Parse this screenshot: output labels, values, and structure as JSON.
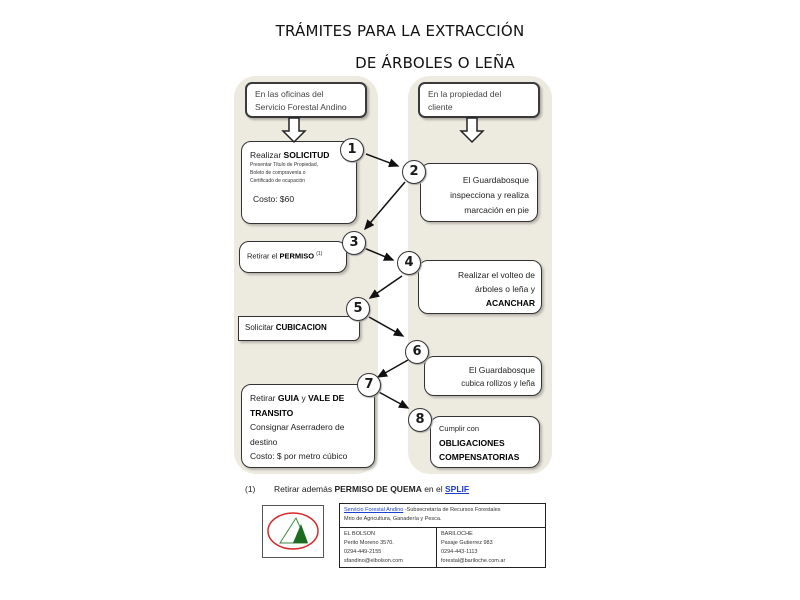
{
  "title": {
    "line1": "TRÁMITES PARA LA EXTRACCIÓN",
    "line2": "DE ÁRBOLES O LEÑA"
  },
  "columns": {
    "left_header": [
      "En las oficinas del",
      "Servicio Forestal  Andino"
    ],
    "right_header": [
      "En la propiedad  del",
      "cliente"
    ]
  },
  "steps": [
    {
      "number": "1",
      "prefix": "Realizar ",
      "bold": "SOLICITUD",
      "details": [
        "Presentar  Título de Propiedad,",
        "Boleto de compraventa   o",
        "Certificado de ocupación"
      ],
      "cost": "Costo: $60"
    },
    {
      "number": "2",
      "lines": [
        "El Guardabosque",
        "inspecciona y realiza",
        "marcación en pie"
      ]
    },
    {
      "number": "3",
      "prefix": "Retirar el ",
      "bold": "PERMISO",
      "sup": "(1)"
    },
    {
      "number": "4",
      "lines": [
        "Realizar el volteo de",
        "árboles o leña y"
      ],
      "bold": "ACANCHAR"
    },
    {
      "number": "5",
      "prefix": "Solicitar ",
      "bold": "CUBICACION"
    },
    {
      "number": "6",
      "lines": [
        "El Guardabosque",
        "cubica rollizos y leña"
      ]
    },
    {
      "number": "7",
      "prefix": "Retirar ",
      "bold1": "GUIA",
      "mid": " y ",
      "bold2": "VALE DE",
      "bold3": "TRANSITO",
      "lines": [
        "Consignar Aserradero  de",
        "destino",
        "Costo: $ por metro cúbico"
      ]
    },
    {
      "number": "8",
      "prefix": "Cumplir con",
      "bold1": "OBLIGACIONES",
      "bold2": "COMPENSATORIAS"
    }
  ],
  "footnote": {
    "marker": "(1)",
    "prefix": "Retirar además ",
    "bold": "PERMISO DE QUEMA",
    "mid": "  en el ",
    "link": "SPLIF"
  },
  "contact": {
    "org_link": "Servicio Forestal Andino",
    "org_rest": " -Subsecretaría de Recursos  Forestales",
    "ministry": "Mrio de Agricultura, Ganadería y Pesca.",
    "el_bolson": [
      "EL BOLSON",
      "Perito Moreno 3570.",
      "0294-449-2155",
      "sfandino@elbolson.com"
    ],
    "bariloche": [
      "BARILOCHE",
      "Pasaje Gutierrez 983",
      "0294-443-1113",
      "forestal@bariloche.com.ar"
    ]
  },
  "logo": {
    "ring_color": "#d42a2a",
    "tree_color": "#1e6b22"
  }
}
